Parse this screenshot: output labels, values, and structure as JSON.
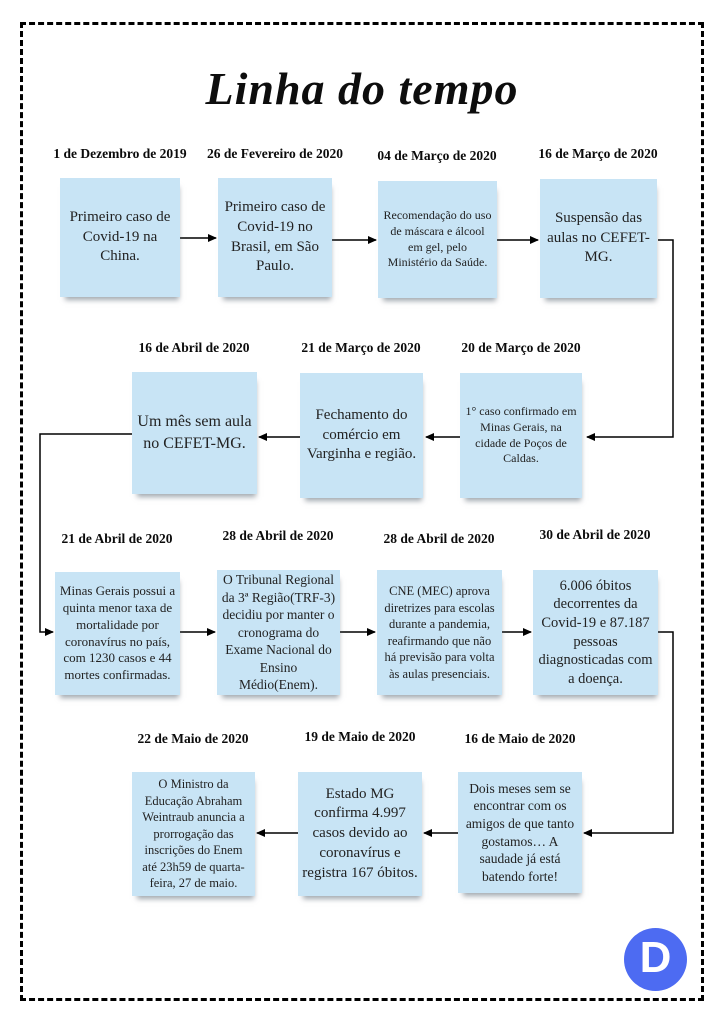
{
  "title": "Linha do tempo",
  "logo_letter": "D",
  "colors": {
    "note_fill": "#c8e4f5",
    "note_text": "#222222",
    "logo_blue": "#4d6bf2",
    "line": "#000000"
  },
  "notes": [
    {
      "date": "1 de Dezembro de 2019",
      "text": "Primeiro caso de Covid-19 na China."
    },
    {
      "date": "26 de Fevereiro de 2020",
      "text": "Primeiro caso de Covid-19 no Brasil, em São Paulo."
    },
    {
      "date": "04 de Março de 2020",
      "text": "Recomendação do uso de máscara e álcool em gel, pelo Ministério da Saúde."
    },
    {
      "date": "16 de Março de 2020",
      "text": "Suspensão das aulas no CEFET-MG."
    },
    {
      "date": "20 de Março de 2020",
      "text": "1° caso confirmado em Minas Gerais, na cidade de Poços de Caldas."
    },
    {
      "date": "21 de Março de 2020",
      "text": "Fechamento do comércio em Varginha e região."
    },
    {
      "date": "16 de Abril de 2020",
      "text": "Um mês sem aula no CEFET-MG."
    },
    {
      "date": "21 de Abril de 2020",
      "text": "Minas Gerais possui a quinta menor taxa de mortalidade por coronavírus no país, com 1230 casos e 44 mortes confirmadas."
    },
    {
      "date": "28 de Abril de 2020",
      "text": "O Tribunal Regional da 3ª Região(TRF-3) decidiu por manter o cronograma do Exame Nacional do Ensino Médio(Enem)."
    },
    {
      "date": "28 de Abril de 2020",
      "text": "CNE (MEC) aprova diretrizes para escolas durante a pandemia, reafirmando que não há previsão para volta às aulas presenciais."
    },
    {
      "date": "30 de Abril de 2020",
      "text": "6.006 óbitos decorrentes da Covid-19 e 87.187 pessoas diagnosticadas com a doença."
    },
    {
      "date": "16 de Maio de 2020",
      "text": "Dois meses sem se encontrar com os amigos de que tanto gostamos… A saudade já está batendo forte!"
    },
    {
      "date": "19 de Maio de 2020",
      "text": "Estado MG confirma 4.997 casos devido ao coronavírus e registra 167 óbitos."
    },
    {
      "date": "22 de  Maio de 2020",
      "text": "O Ministro da Educação Abraham Weintraub anuncia a prorrogação das inscrições do Enem até 23h59 de quarta-feira, 27 de maio."
    }
  ]
}
